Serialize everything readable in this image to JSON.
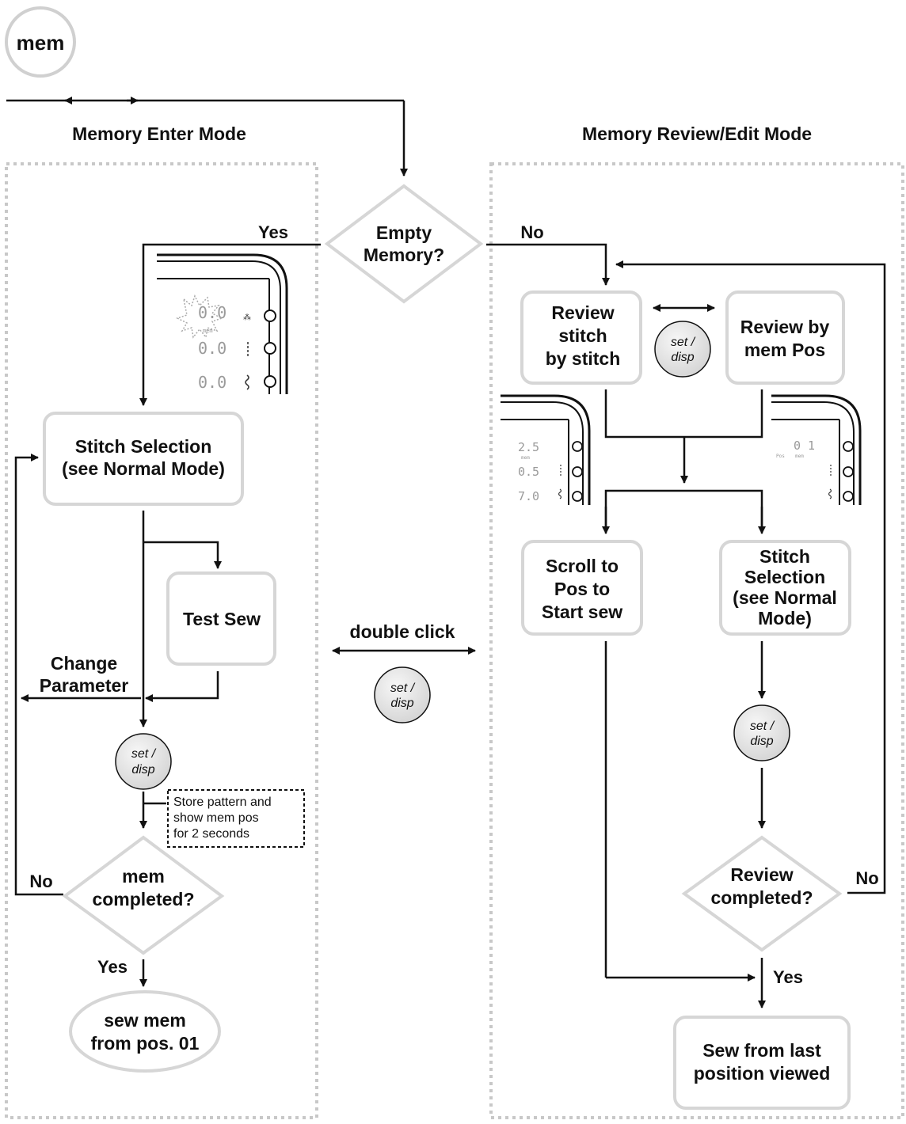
{
  "mode_button": "mem",
  "headings": {
    "enter": "Memory Enter Mode",
    "review": "Memory Review/Edit Mode"
  },
  "decision_empty": [
    "Empty",
    "Memory?"
  ],
  "labels": {
    "yes": "Yes",
    "no": "No",
    "change_parameter": [
      "Change",
      "Parameter"
    ],
    "double_click": "double click",
    "store_note": [
      "Store pattern and",
      "show mem pos",
      "for 2 seconds"
    ]
  },
  "set_disp": [
    "set /",
    "disp"
  ],
  "enter_mode": {
    "stitch_selection": [
      "Stitch Selection",
      "(see Normal Mode)"
    ],
    "test_sew": "Test Sew",
    "decision_completed": [
      "mem",
      "completed?"
    ],
    "sew_mem": [
      "sew mem",
      "from pos. 01"
    ]
  },
  "review_mode": {
    "review_stitch": [
      "Review",
      "stitch",
      "by stitch"
    ],
    "review_pos": [
      "Review by",
      "mem Pos"
    ],
    "scroll": [
      "Scroll to",
      "Pos to",
      "Start sew"
    ],
    "stitch_selection": [
      "Stitch",
      "Selection",
      "(see Normal",
      "Mode)"
    ],
    "decision_completed": [
      "Review",
      "completed?"
    ],
    "sew_last": [
      "Sew from last",
      "position viewed"
    ]
  },
  "lcd_panels": {
    "enter": {
      "row1": "0.0",
      "row2": "0.0",
      "row3": "0.0",
      "sub": "mem"
    },
    "review_left": {
      "row1": "2.5",
      "row2": "0.5",
      "row3": "7.0",
      "sub": "mem"
    },
    "review_right": {
      "row1": "0 1",
      "pos": "Pos",
      "sub": "mem"
    }
  },
  "colors": {
    "line": "#111111",
    "box_border": "#d6d6d6",
    "dotted": "#c8c8c8",
    "button_fill": "#e6e6e6"
  }
}
